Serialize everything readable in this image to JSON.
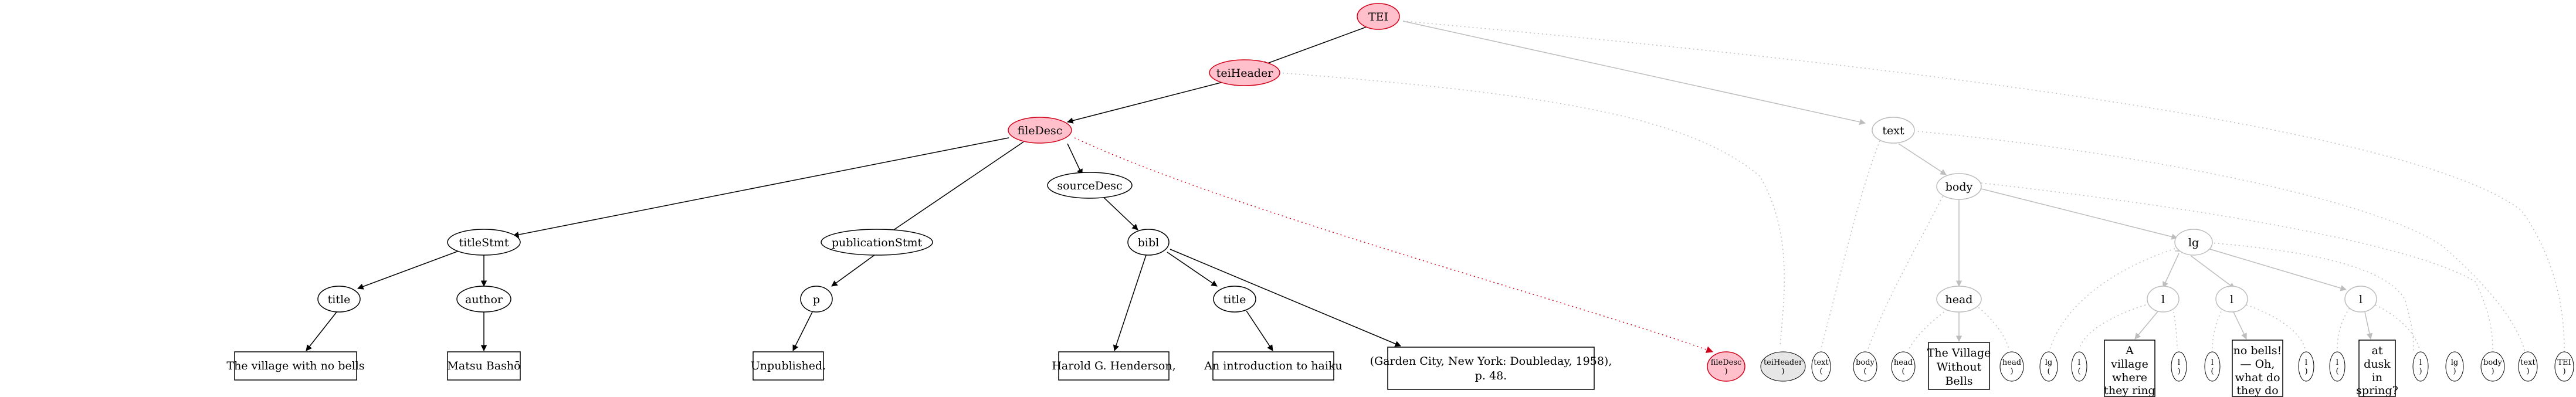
{
  "colors": {
    "active_fill": "#ffc0cb",
    "active_stroke": "#d0021b",
    "black": "#000000",
    "faded": "#bdbdbd",
    "red_dotted": "#d0021b",
    "gray_fill": "#e6e6e6"
  },
  "nodes": {
    "tei": "TEI",
    "teiheader": "teiHeader",
    "filedesc": "fileDesc",
    "titlestmt": "titleStmt",
    "publicationstmt": "publicationStmt",
    "sourcedesc": "sourceDesc",
    "title1": "title",
    "author": "author",
    "p": "p",
    "bibl": "bibl",
    "title2": "title",
    "text": "text",
    "body": "body",
    "head": "head",
    "lg": "lg",
    "l1": "l",
    "l2": "l",
    "l3": "l"
  },
  "leaves": {
    "t_title": "The village with no bells",
    "t_author": "Matsu Bashō",
    "t_unpub": "Unpublished.",
    "t_henderson": "Harold G. Henderson,",
    "t_intro": "An introduction to haiku",
    "t_garden_1": "(Garden City, New York: Doubleday, 1958),",
    "t_garden_2": "p. 48.",
    "t_head_1": "The Village",
    "t_head_2": "Without",
    "t_head_3": "Bells",
    "t_l1_1": "A",
    "t_l1_2": "village",
    "t_l1_3": "where",
    "t_l1_4": "they ring",
    "t_l2_1": "no bells!",
    "t_l2_2": "— Oh,",
    "t_l2_3": "what do",
    "t_l2_4": "they do",
    "t_l3_1": "at",
    "t_l3_2": "dusk",
    "t_l3_3": "in",
    "t_l3_4": "spring?"
  },
  "endtags": {
    "filedesc_end": "fileDesc",
    "teiheader_end": "teiHeader",
    "text_end": "text",
    "body_end": "body",
    "head_end": "head",
    "lg_end": "lg",
    "l_end": "l",
    "tei_end": "TEI",
    "paren": ")",
    "open_paren": "("
  }
}
